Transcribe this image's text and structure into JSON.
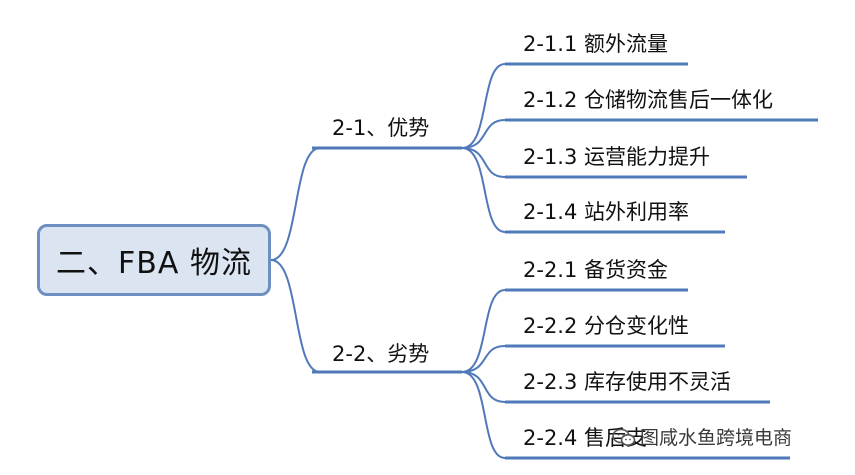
{
  "root": {
    "label": "二、FBA 物流"
  },
  "branches": [
    {
      "label": "2-1、优势",
      "leaves": [
        "2-1.1 额外流量",
        "2-1.2 仓储物流售后一体化",
        "2-1.3 运营能力提升",
        "2-1.4 站外利用率"
      ]
    },
    {
      "label": "2-2、劣势",
      "leaves": [
        "2-2.1 备货资金",
        "2-2.2 分仓变化性",
        "2-2.3 库存使用不灵活",
        "2-2.4 售后支"
      ]
    }
  ],
  "watermark": {
    "text": "图咸水鱼跨境电商",
    "icon": "wechat-icon"
  },
  "colors": {
    "line": "#4f79b8",
    "root_fill": "#dbe5f1",
    "root_border": "#6d8fc1"
  }
}
